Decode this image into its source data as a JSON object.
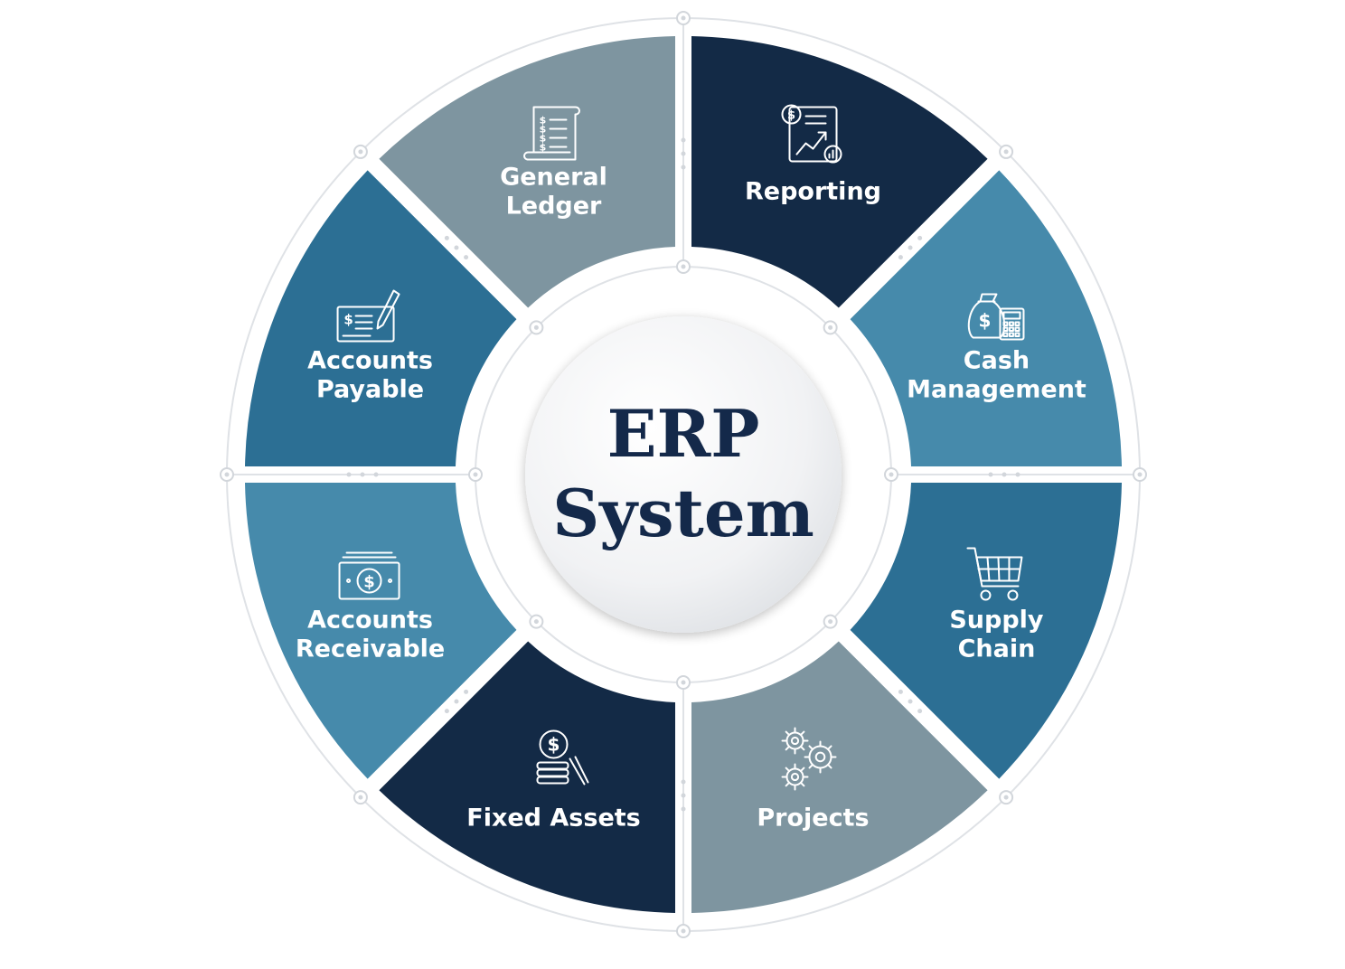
{
  "center": {
    "line1": "ERP",
    "line2": "System"
  },
  "segments": [
    {
      "key": "reporting",
      "lines": [
        "Reporting"
      ],
      "color": "#132a46",
      "icon": "report-chart-icon"
    },
    {
      "key": "cash-management",
      "lines": [
        "Cash",
        "Management"
      ],
      "color": "#468aab",
      "icon": "money-bag-calculator-icon"
    },
    {
      "key": "supply-chain",
      "lines": [
        "Supply",
        "Chain"
      ],
      "color": "#2c6f94",
      "icon": "shopping-cart-icon"
    },
    {
      "key": "projects",
      "lines": [
        "Projects"
      ],
      "color": "#7e95a0",
      "icon": "gears-icon"
    },
    {
      "key": "fixed-assets",
      "lines": [
        "Fixed Assets"
      ],
      "color": "#132a46",
      "icon": "coin-stack-icon"
    },
    {
      "key": "accounts-receivable",
      "lines": [
        "Accounts",
        "Receivable"
      ],
      "color": "#468aab",
      "icon": "cash-bill-icon"
    },
    {
      "key": "accounts-payable",
      "lines": [
        "Accounts",
        "Payable"
      ],
      "color": "#2c6f94",
      "icon": "cheque-pen-icon"
    },
    {
      "key": "general-ledger",
      "lines": [
        "General",
        "Ledger"
      ],
      "color": "#7e95a0",
      "icon": "ledger-scroll-icon"
    }
  ],
  "colors": {
    "ring": "#dfe2e6",
    "center_text": "#14294a"
  }
}
